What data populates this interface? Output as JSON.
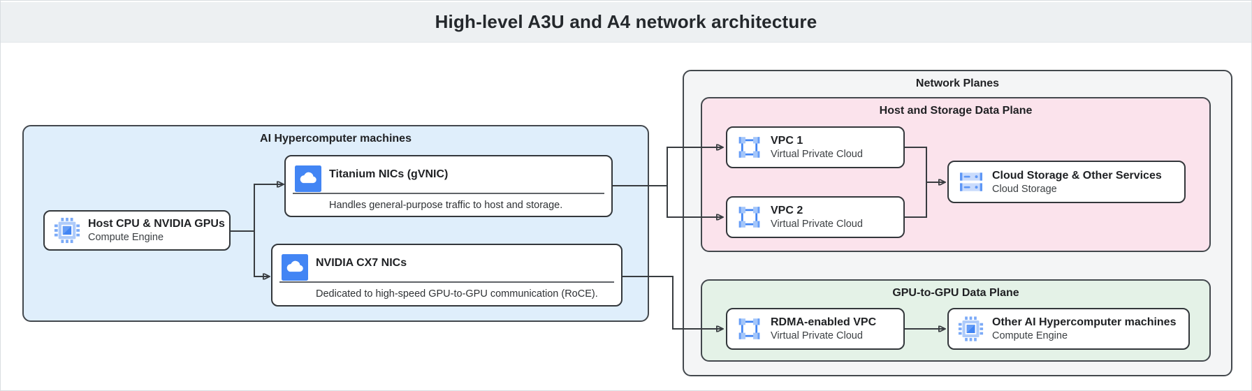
{
  "header": {
    "title": "High-level A3U and A4 network architecture"
  },
  "groups": {
    "hypercomputer": {
      "label": "AI Hypercomputer machines"
    },
    "network_planes": {
      "label": "Network Planes"
    },
    "host_storage_plane": {
      "label": "Host and Storage Data Plane"
    },
    "gpu_plane": {
      "label": "GPU-to-GPU Data Plane"
    }
  },
  "nodes": {
    "host": {
      "title": "Host CPU & NVIDIA GPUs",
      "subtitle": "Compute Engine",
      "icon": "compute-engine-chip-icon"
    },
    "titanium": {
      "title": "Titanium NICs (gVNIC)",
      "caption": "Handles general-purpose traffic to host and storage.",
      "icon": "cloud-nic-icon"
    },
    "cx7": {
      "title": "NVIDIA CX7 NICs",
      "caption": "Dedicated to high-speed GPU-to-GPU communication (RoCE).",
      "icon": "cloud-nic-icon"
    },
    "vpc1": {
      "title": "VPC 1",
      "subtitle": "Virtual Private Cloud",
      "icon": "vpc-icon"
    },
    "vpc2": {
      "title": "VPC 2",
      "subtitle": "Virtual Private Cloud",
      "icon": "vpc-icon"
    },
    "storage": {
      "title": "Cloud Storage & Other Services",
      "subtitle": "Cloud Storage",
      "icon": "cloud-storage-icon"
    },
    "rdma": {
      "title": "RDMA-enabled VPC",
      "subtitle": "Virtual Private Cloud",
      "icon": "vpc-icon"
    },
    "other": {
      "title": "Other AI Hypercomputer machines",
      "subtitle": "Compute Engine",
      "icon": "compute-engine-chip-icon"
    }
  },
  "edges": [
    {
      "from": "host",
      "to": "titanium"
    },
    {
      "from": "host",
      "to": "cx7"
    },
    {
      "from": "titanium",
      "to": "vpc1"
    },
    {
      "from": "titanium",
      "to": "vpc2"
    },
    {
      "from": "cx7",
      "to": "rdma"
    },
    {
      "from": "vpc1",
      "to": "storage"
    },
    {
      "from": "vpc2",
      "to": "storage"
    },
    {
      "from": "rdma",
      "to": "other"
    }
  ],
  "colors": {
    "accent_blue": "#4285f4",
    "light_blue_icon": "#aecbfa",
    "hypercomputer_fill": "#dfeefb",
    "network_planes_fill": "#f4f5f6",
    "host_storage_fill": "#fbe3ec",
    "gpu_plane_fill": "#e4f2e7",
    "header_fill": "#edf0f2",
    "line": "#383c40"
  }
}
